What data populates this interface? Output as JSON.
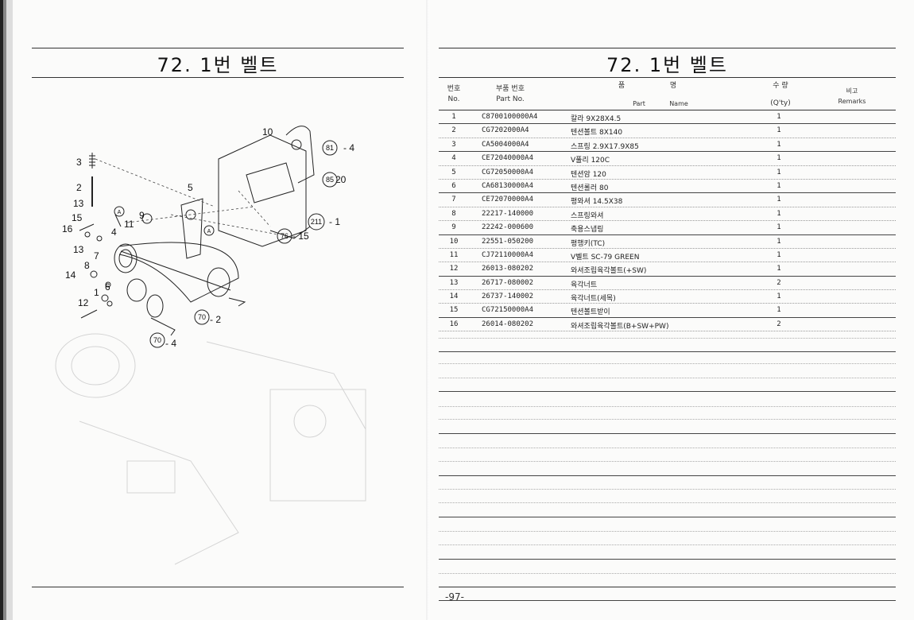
{
  "left_page": {
    "title": "72. 1번 벨트",
    "callouts": [
      "10",
      "4",
      "20",
      "1",
      "15",
      "3",
      "2",
      "5",
      "13",
      "11",
      "9",
      "15",
      "16",
      "13",
      "7",
      "8",
      "14",
      "6",
      "1",
      "12",
      "2",
      "4"
    ],
    "ref_circles": [
      "81",
      "85",
      "211",
      "76",
      "70",
      "70",
      "A",
      "A"
    ]
  },
  "right_page": {
    "title": "72. 1번 벨트",
    "headers": {
      "no_ko": "번호",
      "no_en": "No.",
      "part_ko": "부품 번호",
      "part_en": "Part No.",
      "name_ko_1": "품",
      "name_ko_2": "명",
      "name_en_1": "Part",
      "name_en_2": "Name",
      "qty_ko": "수 량",
      "qty_en": "(Q'ty)",
      "remarks_ko": "비고",
      "remarks_en": "Remarks"
    },
    "rows": [
      {
        "no": "1",
        "part": "C8700100000A4",
        "name": "칼라 9X28X4.5",
        "qty": "1"
      },
      {
        "no": "2",
        "part": "CG7202000A4",
        "name": "텐션볼트 8X140",
        "qty": "1"
      },
      {
        "no": "3",
        "part": "CA5004000A4",
        "name": "스프링 2.9X17.9X85",
        "qty": "1"
      },
      {
        "no": "4",
        "part": "CE72040000A4",
        "name": "V풀리 120C",
        "qty": "1"
      },
      {
        "no": "5",
        "part": "CG72050000A4",
        "name": "텐션암 120",
        "qty": "1"
      },
      {
        "no": "6",
        "part": "CA68130000A4",
        "name": "텐션롤러 80",
        "qty": "1"
      },
      {
        "no": "7",
        "part": "CE72070000A4",
        "name": "평와셔 14.5X38",
        "qty": "1"
      },
      {
        "no": "8",
        "part": "22217-140000",
        "name": "스프링와셔",
        "qty": "1"
      },
      {
        "no": "9",
        "part": "22242-000600",
        "name": "축용스냅링",
        "qty": "1"
      },
      {
        "no": "10",
        "part": "22551-050200",
        "name": "평행키(TC)",
        "qty": "1"
      },
      {
        "no": "11",
        "part": "CJ72110000A4",
        "name": "V벨트 SC-79 GREEN",
        "qty": "1"
      },
      {
        "no": "12",
        "part": "26013-080202",
        "name": "와셔조립육각볼트(+SW)",
        "qty": "1"
      },
      {
        "no": "13",
        "part": "26717-080002",
        "name": "육각너트",
        "qty": "2"
      },
      {
        "no": "14",
        "part": "26737-140002",
        "name": "육각너트(세목)",
        "qty": "1"
      },
      {
        "no": "15",
        "part": "CG72150000A4",
        "name": "텐션볼트받이",
        "qty": "1"
      },
      {
        "no": "16",
        "part": "26014-080202",
        "name": "와셔조립육각볼트(B+SW+PW)",
        "qty": "2"
      }
    ],
    "page_number": "-97-"
  }
}
